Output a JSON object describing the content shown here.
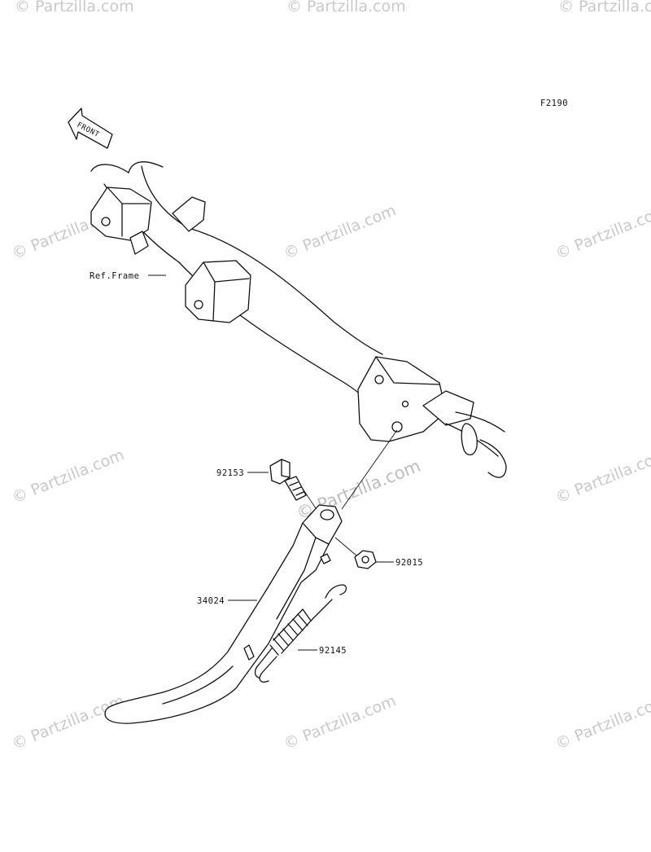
{
  "figure_code": "F2190",
  "front_label": "FRONT",
  "ref_frame_label": "Ref.Frame",
  "watermark_text": "© Partzilla.com",
  "watermark_center_text": "© Partzilla.com",
  "parts": [
    {
      "number": "92153",
      "name": "bolt"
    },
    {
      "number": "92015",
      "name": "nut"
    },
    {
      "number": "34024",
      "name": "side-stand"
    },
    {
      "number": "92145",
      "name": "spring"
    }
  ],
  "colors": {
    "line": "#111111",
    "watermark": "#c9c9c9",
    "background": "#ffffff"
  }
}
